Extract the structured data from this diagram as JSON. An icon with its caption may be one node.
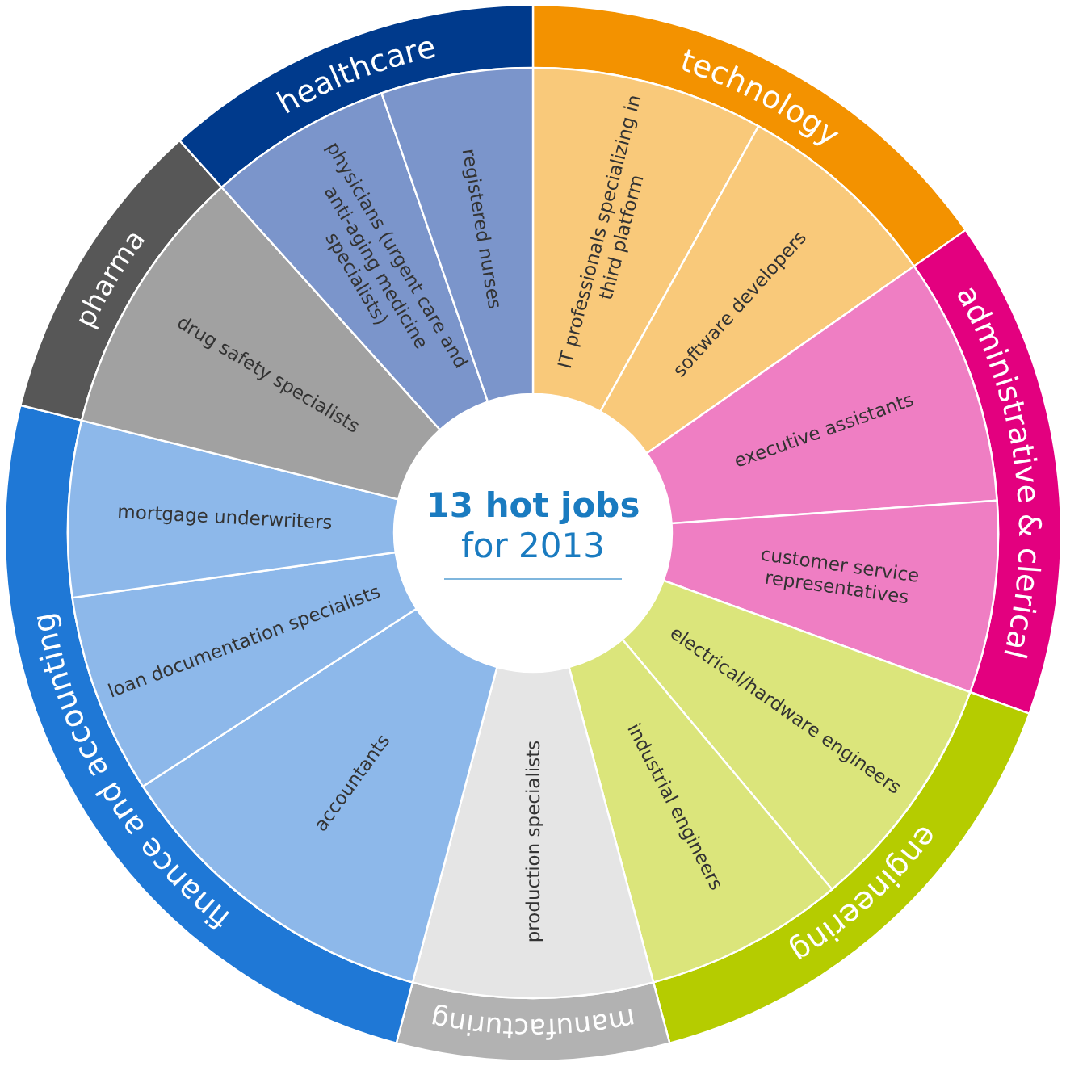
{
  "diagram": {
    "nodes": [
      {
        "text": [
          "13 hot jobs",
          "for 2013"
        ]
      },
      {
        "text": [
          "technology"
        ]
      },
      {
        "text": [
          "IT professionals specializing in third platform"
        ]
      },
      {
        "text": [
          "software developers"
        ]
      },
      {
        "text": [
          "administrative & clerical"
        ]
      },
      {
        "text": [
          "executive assistants"
        ]
      },
      {
        "text": [
          "customer service representatives"
        ]
      },
      {
        "text": [
          "engineering"
        ]
      },
      {
        "text": [
          "electrical/hardware engineers"
        ]
      },
      {
        "text": [
          "industrial engineers"
        ]
      },
      {
        "text": [
          "manufacturing"
        ]
      },
      {
        "text": [
          "production specialists"
        ]
      },
      {
        "text": [
          "finance and accounting"
        ]
      },
      {
        "text": [
          "accountants"
        ]
      },
      {
        "text": [
          "loan documentation specialists"
        ]
      },
      {
        "text": [
          "mortgage underwriters"
        ]
      },
      {
        "text": [
          "pharma"
        ]
      },
      {
        "text": [
          "drug safety specialists"
        ]
      },
      {
        "text": [
          "healthcare"
        ]
      },
      {
        "text": [
          "physicians (urgent care and anti-aging medicine specialists)"
        ]
      },
      {
        "text": [
          "registered nurses"
        ]
      }
    ]
  }
}
